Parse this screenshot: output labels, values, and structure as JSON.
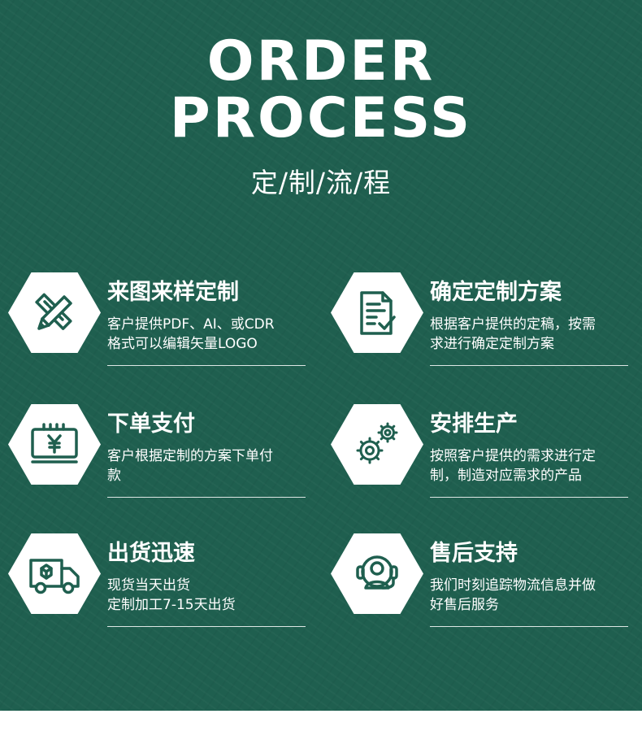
{
  "header": {
    "title_line1": "ORDER",
    "title_line2": "PROCESS",
    "subtitle": "定/制/流/程"
  },
  "steps": [
    {
      "title": "来图来样定制",
      "desc": [
        "客户提供PDF、AI、或CDR",
        "格式可以编辑矢量LOGO"
      ],
      "icon": "pencil-ruler-icon"
    },
    {
      "title": "确定定制方案",
      "desc": [
        "根据客户提供的定稿，按需",
        "求进行确定定制方案"
      ],
      "icon": "document-check-icon"
    },
    {
      "title": "下单支付",
      "desc": [
        "客户根据定制的方案下单付",
        "款"
      ],
      "icon": "yuan-payment-icon"
    },
    {
      "title": "安排生产",
      "desc": [
        "按照客户提供的需求进行定",
        "制，制造对应需求的产品"
      ],
      "icon": "gears-icon"
    },
    {
      "title": "出货迅速",
      "desc": [
        "现货当天出货",
        "定制加工7-15天出货"
      ],
      "icon": "delivery-truck-icon"
    },
    {
      "title": "售后支持",
      "desc": [
        "我们时刻追踪物流信息并做",
        "好售后服务"
      ],
      "icon": "headset-support-icon"
    }
  ],
  "colors": {
    "background": "#1f5f4f",
    "icon_color": "#1f5f4f",
    "text": "#ffffff"
  }
}
